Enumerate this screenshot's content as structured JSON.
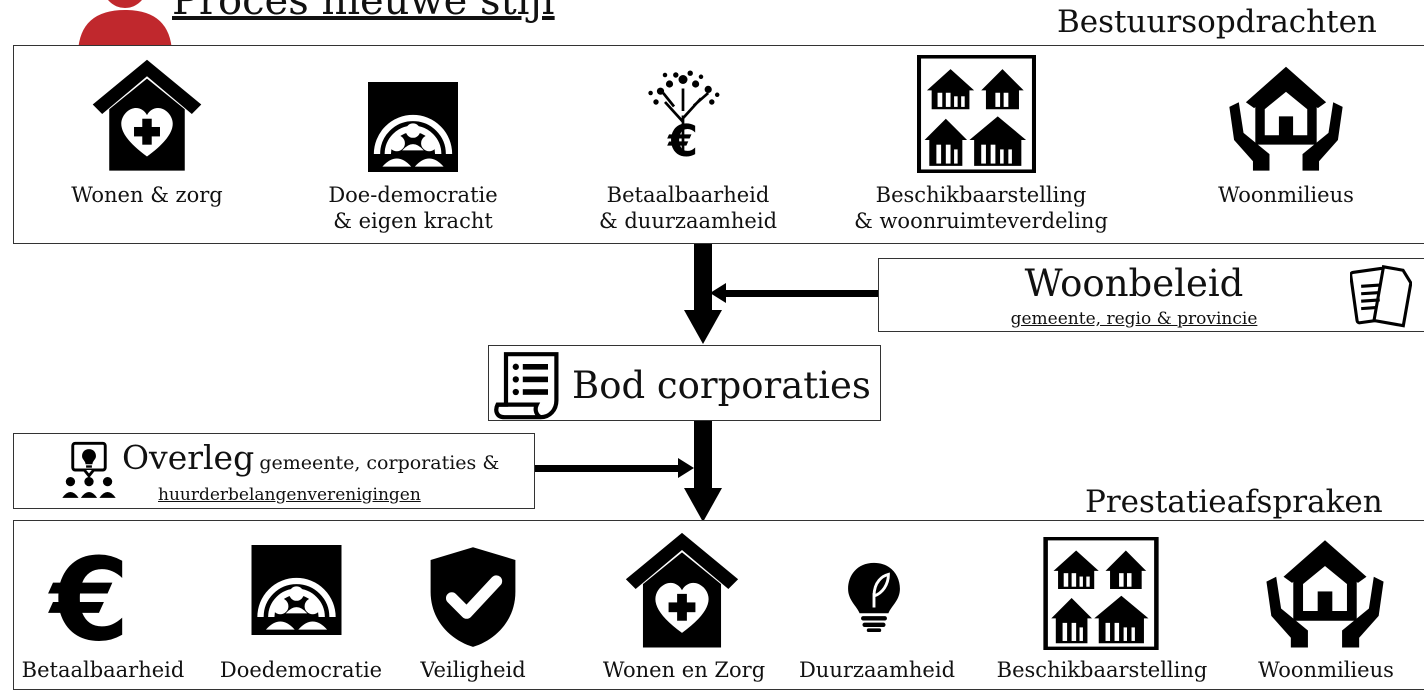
{
  "header": {
    "title": "Proces nieuwe stijl"
  },
  "bestuursopdrachten": {
    "heading": "Bestuursopdrachten",
    "items": [
      {
        "label_l1": "Wonen & zorg",
        "label_l2": "",
        "icon": "home-heart-icon"
      },
      {
        "label_l1": "Doe-democratie",
        "label_l2": "& eigen kracht",
        "icon": "community-people-icon"
      },
      {
        "label_l1": "Betaalbaarheid",
        "label_l2": "& duurzaamheid",
        "icon": "euro-tree-icon"
      },
      {
        "label_l1": "Beschikbaarstelling",
        "label_l2": "& woonruimteverdeling",
        "icon": "houses-families-icon"
      },
      {
        "label_l1": "Woonmilieus",
        "label_l2": "",
        "icon": "hands-house-icon"
      }
    ]
  },
  "woonbeleid": {
    "title": "Woonbeleid",
    "subtitle": "gemeente, regio & provincie",
    "icon": "documents-icon"
  },
  "bod": {
    "title": "Bod corporaties",
    "icon": "checklist-icon"
  },
  "overleg": {
    "title": "Overleg",
    "subtitle_l1": "gemeente, corporaties &",
    "subtitle_l2": "huurderbelangenverenigingen",
    "icon": "meeting-idea-icon"
  },
  "prestatieafspraken": {
    "heading": "Prestatieafspraken",
    "items": [
      {
        "label": "Betaalbaarheid",
        "icon": "euro-icon"
      },
      {
        "label": "Doedemocratie",
        "icon": "community-people-icon"
      },
      {
        "label": "Veiligheid",
        "icon": "shield-check-icon"
      },
      {
        "label": "Wonen en Zorg",
        "icon": "home-heart-icon"
      },
      {
        "label": "Duurzaamheid",
        "icon": "lightbulb-leaf-icon"
      },
      {
        "label": "Beschikbaarstelling",
        "icon": "houses-families-icon"
      },
      {
        "label": "Woonmilieus",
        "icon": "hands-house-icon"
      }
    ]
  },
  "colors": {
    "accent": "#c0282d",
    "line": "#000000"
  }
}
